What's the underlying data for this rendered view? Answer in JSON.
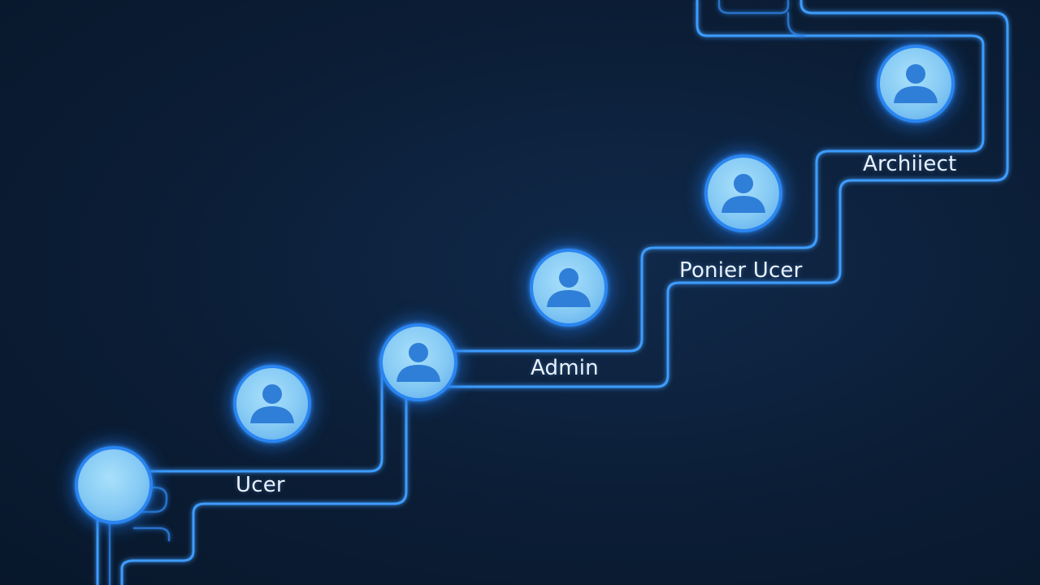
{
  "labels": {
    "user": "Ucer",
    "admin": "Admin",
    "power_user": "Ponier Ucer",
    "architect": "Archiiect"
  },
  "nodes": [
    {
      "id": "start",
      "has_person": false
    },
    {
      "id": "user",
      "has_person": true
    },
    {
      "id": "user-2",
      "has_person": true
    },
    {
      "id": "admin",
      "has_person": true
    },
    {
      "id": "power-user",
      "has_person": true
    },
    {
      "id": "architect",
      "has_person": true
    }
  ],
  "icons": {
    "node_icon": "person-icon"
  },
  "colors": {
    "background": "#0c1f38",
    "trace": "#3d9cff",
    "node_ring": "#2a85f0",
    "node_face": "#8fd0f7",
    "label": "#e8f2ff"
  }
}
